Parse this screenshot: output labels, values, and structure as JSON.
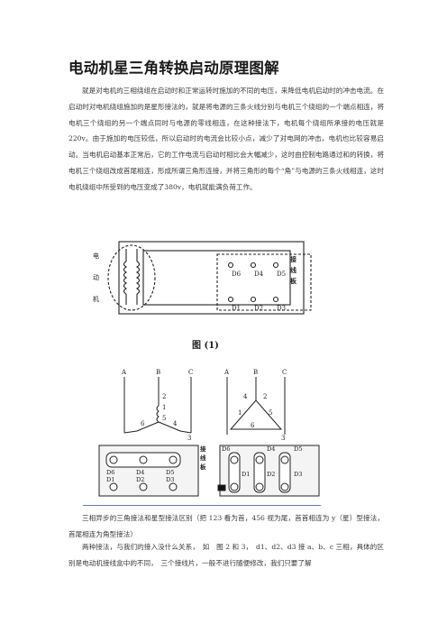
{
  "title": "电动机星三角转换启动原理图解",
  "intro_paragraph": "就是对电机的三相绕组在启动时和正常运转时施加的不同的电压，来降低电机启动时的冲击电流。在启动时对电机绕组施加的是星形接法的，就是将电源的三条火线分别与电机三个绕组的一个端点相连，将电机三个绕组的另一个端点同时与电源的零线相连，在这种接法下，电机每个绕组所承接的电压就是220v。由于施加的电压较低，所以启动时的电流会比较小点，减少了对电网的冲击，电机也比较容易启动。当电机启动基本正常后，它的工作电流与启动时相比会大幅减少，这时由控制电路通过和的转换，将电机三个绕组改成首尾相连，形成所谓三角形连接，并将三角形的每个“角”与电源的三条火线相连，这时电机绕组中所受到的电压变成了380v，电机就能满负荷工作。",
  "figure1": {
    "motor_label": [
      "电",
      "动",
      "机"
    ],
    "board_label": [
      "接",
      "线",
      "板"
    ],
    "top_terminals": [
      "D6",
      "D4",
      "D5"
    ],
    "bottom_terminals": [
      "D1",
      "D2",
      "D3"
    ],
    "caption": "图 (1)"
  },
  "figure2": {
    "phase_labels": [
      "A",
      "B",
      "C"
    ],
    "star_numbers": [
      "2",
      "1",
      "5",
      "6",
      "4",
      "3"
    ],
    "delta_numbers": [
      "4",
      "2",
      "1",
      "5",
      "6",
      "3"
    ],
    "board_label": [
      "接",
      "线",
      "板"
    ],
    "star_top_row": [
      "D6",
      "D4",
      "D5"
    ],
    "star_bottom_row": [
      "D1",
      "D2",
      "D3"
    ],
    "delta_top_row": [
      "D6",
      "D4",
      "D5"
    ],
    "delta_bottom_row": [
      "D1",
      "D2",
      "D3"
    ]
  },
  "caption_paragraph": "三相异步的三角接法和星型接法区别（把 123 看为首，456 视为尾，首首相连为 y（星）型接法，首尾相连为角型接法）",
  "last_paragraph": "两种接法，与我们的接入没什么关系，　如　图 2 和 3，　d1、d2、d3 接 a、b、c 三相，具体的区别是电动机接线盒中的不同，　三个接线片，一般不进行随便修改，我们只要了解"
}
